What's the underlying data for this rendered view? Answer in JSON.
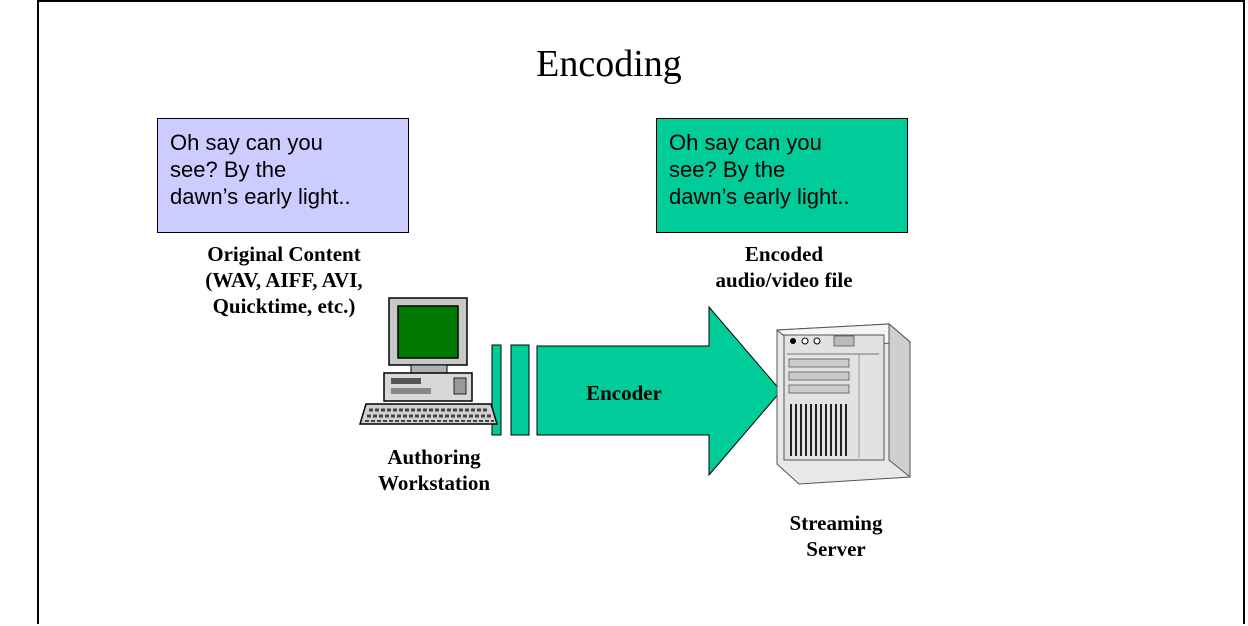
{
  "title": "Encoding",
  "original_box": {
    "text": "Oh say can you\nsee? By the\ndawn’s early light.."
  },
  "encoded_box": {
    "text": "Oh say can you\nsee? By the\ndawn’s early light.."
  },
  "labels": {
    "original_content": "Original Content\n(WAV, AIFF, AVI,\nQuicktime, etc.)",
    "encoded_file": "Encoded\naudio/video file",
    "encoder": "Encoder",
    "authoring_workstation": "Authoring\nWorkstation",
    "streaming_server": "Streaming\nServer"
  },
  "colors": {
    "original_box": "#ccccff",
    "encoded_box": "#00cc99",
    "arrow": "#00cc99",
    "monitor_screen": "#007700"
  },
  "icons": [
    "computer-workstation-icon",
    "server-tower-icon"
  ]
}
